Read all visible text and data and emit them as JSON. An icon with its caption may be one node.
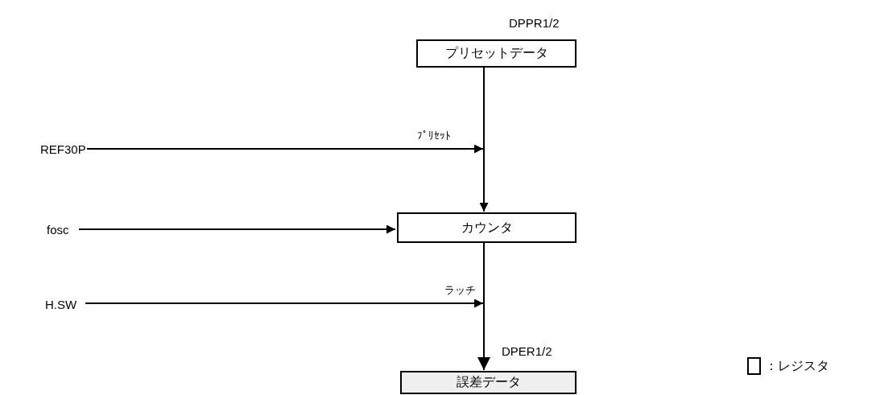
{
  "diagram": {
    "nodes": [
      {
        "text": [
          "プリセットデータ"
        ],
        "beside": [
          "DPPR1/2"
        ]
      },
      {
        "text": [
          "REF30P"
        ]
      },
      {
        "text": [
          "fosc"
        ]
      },
      {
        "text": [
          "カウンタ"
        ]
      },
      {
        "text": [
          "H.SW"
        ]
      },
      {
        "text": [
          "誤差データ"
        ],
        "beside": [
          "DPER1/2"
        ]
      }
    ],
    "edges": [
      {
        "from": 0,
        "to": 3,
        "arrow": "to"
      },
      {
        "from": 1,
        "to": null,
        "arrow": "to",
        "label": "ﾌﾟﾘｾｯﾄ"
      },
      {
        "from": 2,
        "to": 3,
        "arrow": "to"
      },
      {
        "from": 3,
        "to": 5,
        "arrow": "to"
      },
      {
        "from": 4,
        "to": null,
        "arrow": "to",
        "label": "ラッチ"
      }
    ],
    "legend": [
      {
        "text": "：レジスタ"
      }
    ]
  }
}
